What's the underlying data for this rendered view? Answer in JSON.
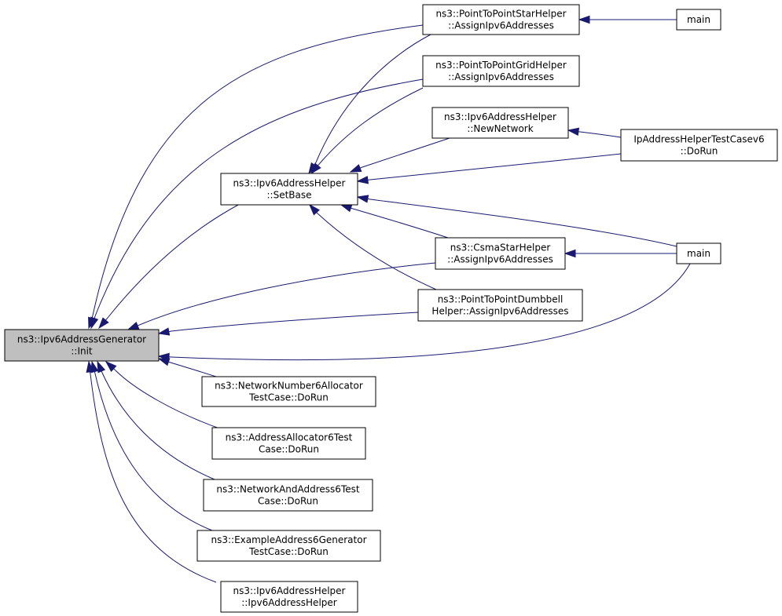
{
  "graph": {
    "colors": {
      "edge": "#191970",
      "node_fill": "#ffffff",
      "root_fill": "#bfbfbf",
      "border": "#000000"
    },
    "nodes": {
      "init": {
        "lines": [
          "ns3::Ipv6AddressGenerator",
          "::Init"
        ],
        "highlight": true
      },
      "setbase": {
        "lines": [
          "ns3::Ipv6AddressHelper",
          "::SetBase"
        ]
      },
      "star": {
        "lines": [
          "ns3::PointToPointStarHelper",
          "::AssignIpv6Addresses"
        ]
      },
      "grid": {
        "lines": [
          "ns3::PointToPointGridHelper",
          "::AssignIpv6Addresses"
        ]
      },
      "newnet": {
        "lines": [
          "ns3::Ipv6AddressHelper",
          "::NewNetwork"
        ]
      },
      "csma": {
        "lines": [
          "ns3::CsmaStarHelper",
          "::AssignIpv6Addresses"
        ]
      },
      "dumbbell": {
        "lines": [
          "ns3::PointToPointDumbbell",
          "Helper::AssignIpv6Addresses"
        ]
      },
      "main1": {
        "lines": [
          "main"
        ]
      },
      "iptest": {
        "lines": [
          "IpAddressHelperTestCasev6",
          "::DoRun"
        ]
      },
      "main2": {
        "lines": [
          "main"
        ]
      },
      "netnum": {
        "lines": [
          "ns3::NetworkNumber6Allocator",
          "TestCase::DoRun"
        ]
      },
      "addralloc": {
        "lines": [
          "ns3::AddressAllocator6Test",
          "Case::DoRun"
        ]
      },
      "netaddr": {
        "lines": [
          "ns3::NetworkAndAddress6Test",
          "Case::DoRun"
        ]
      },
      "example": {
        "lines": [
          "ns3::ExampleAddress6Generator",
          "TestCase::DoRun"
        ]
      },
      "ctor": {
        "lines": [
          "ns3::Ipv6AddressHelper",
          "::Ipv6AddressHelper"
        ]
      }
    },
    "edges": [
      {
        "from": "setbase",
        "to": "init"
      },
      {
        "from": "star",
        "to": "init"
      },
      {
        "from": "grid",
        "to": "init"
      },
      {
        "from": "csma",
        "to": "init"
      },
      {
        "from": "dumbbell",
        "to": "init"
      },
      {
        "from": "main2",
        "to": "init"
      },
      {
        "from": "netnum",
        "to": "init"
      },
      {
        "from": "addralloc",
        "to": "init"
      },
      {
        "from": "netaddr",
        "to": "init"
      },
      {
        "from": "example",
        "to": "init"
      },
      {
        "from": "ctor",
        "to": "init"
      },
      {
        "from": "star",
        "to": "setbase"
      },
      {
        "from": "grid",
        "to": "setbase"
      },
      {
        "from": "newnet",
        "to": "setbase"
      },
      {
        "from": "iptest",
        "to": "setbase"
      },
      {
        "from": "csma",
        "to": "setbase"
      },
      {
        "from": "dumbbell",
        "to": "setbase"
      },
      {
        "from": "main2",
        "to": "setbase"
      },
      {
        "from": "main1",
        "to": "star"
      },
      {
        "from": "iptest",
        "to": "newnet"
      },
      {
        "from": "main2",
        "to": "csma"
      }
    ]
  }
}
